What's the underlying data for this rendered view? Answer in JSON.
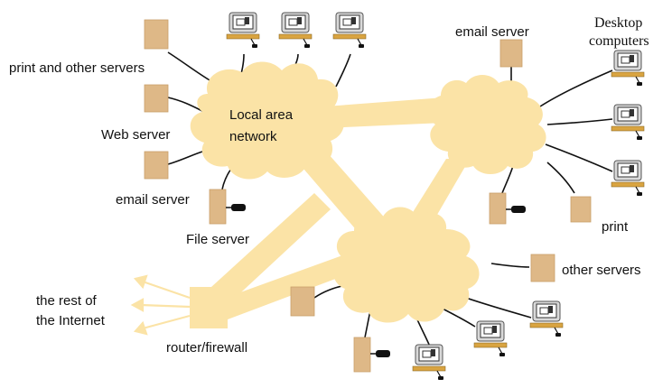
{
  "labels": {
    "print_servers": "print  and other servers",
    "web_server": "Web server",
    "email_server_left": "email server",
    "file_server": "File server",
    "lan_line1": "Local area",
    "lan_line2": "network",
    "email_server_top": "email server",
    "desktop_line1": "Desktop",
    "desktop_line2": "computers",
    "print": "print",
    "other_servers": "other servers",
    "internet_line1": "the rest of",
    "internet_line2": "the Internet",
    "router": "router/firewall"
  },
  "colors": {
    "network": "#fbe3a6",
    "server": "#deb887",
    "server_edge": "#c9a06a",
    "cable": "#111111",
    "monitor": "#d9d9d9",
    "monitor_dark": "#555555",
    "desk": "#d9a441"
  }
}
